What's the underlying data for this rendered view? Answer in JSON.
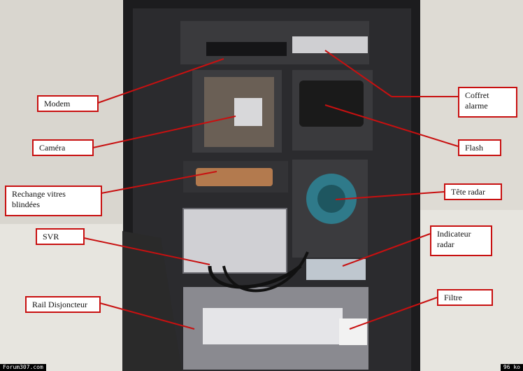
{
  "photo": {
    "subject": "radar-cabinet-interior",
    "colors": {
      "cabinet": "#2a2a2c",
      "frame": "#1a1a1c",
      "floor": "#e6e4de",
      "leader": "#c81010"
    }
  },
  "labels": [
    {
      "id": "modem",
      "text": "Modem"
    },
    {
      "id": "camera",
      "text": "Caméra"
    },
    {
      "id": "spare-glass",
      "text": "Rechange vitres blindées"
    },
    {
      "id": "svr",
      "text": "SVR"
    },
    {
      "id": "breaker-rail",
      "text": "Rail Disjoncteur"
    },
    {
      "id": "alarm-box",
      "text": "Coffret alarme"
    },
    {
      "id": "flash",
      "text": "Flash"
    },
    {
      "id": "radar-head",
      "text": "Tête radar"
    },
    {
      "id": "radar-indicator",
      "text": "Indicateur radar"
    },
    {
      "id": "filter",
      "text": "Filtre"
    }
  ],
  "watermark": {
    "site": "Forum307.com",
    "size": "96 ko"
  }
}
